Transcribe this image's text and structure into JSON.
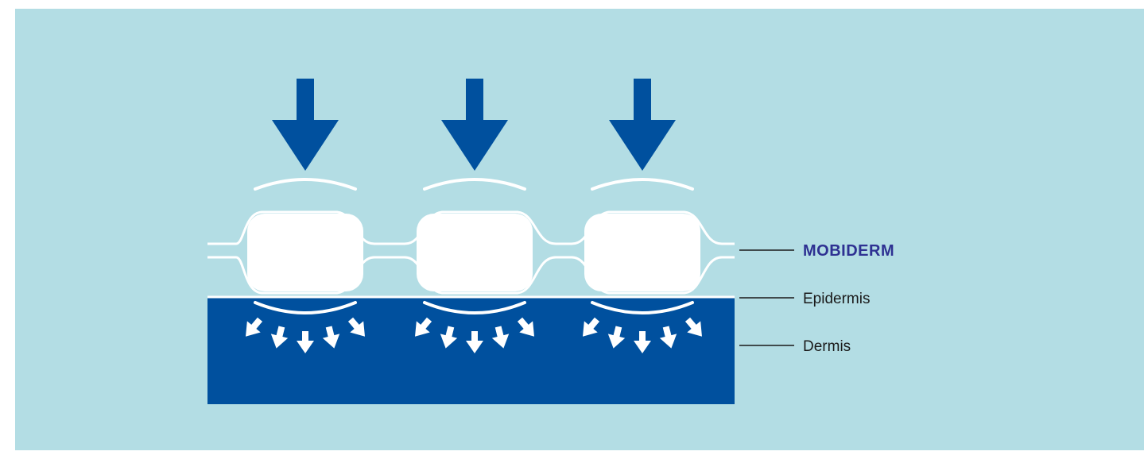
{
  "labels": {
    "mobiderm": "MOBIDERM",
    "epidermis": "Epidermis",
    "dermis": "Dermis"
  },
  "colors": {
    "background": "#b3dde4",
    "arrow_blue": "#00509e",
    "dermis": "#00509e",
    "brand_text": "#2e3192",
    "text": "#1a1a1a",
    "white": "#ffffff"
  },
  "icons": {
    "pressure_arrow": "arrow-down-icon",
    "dispersion_arrow": "small-arrow-icon"
  }
}
